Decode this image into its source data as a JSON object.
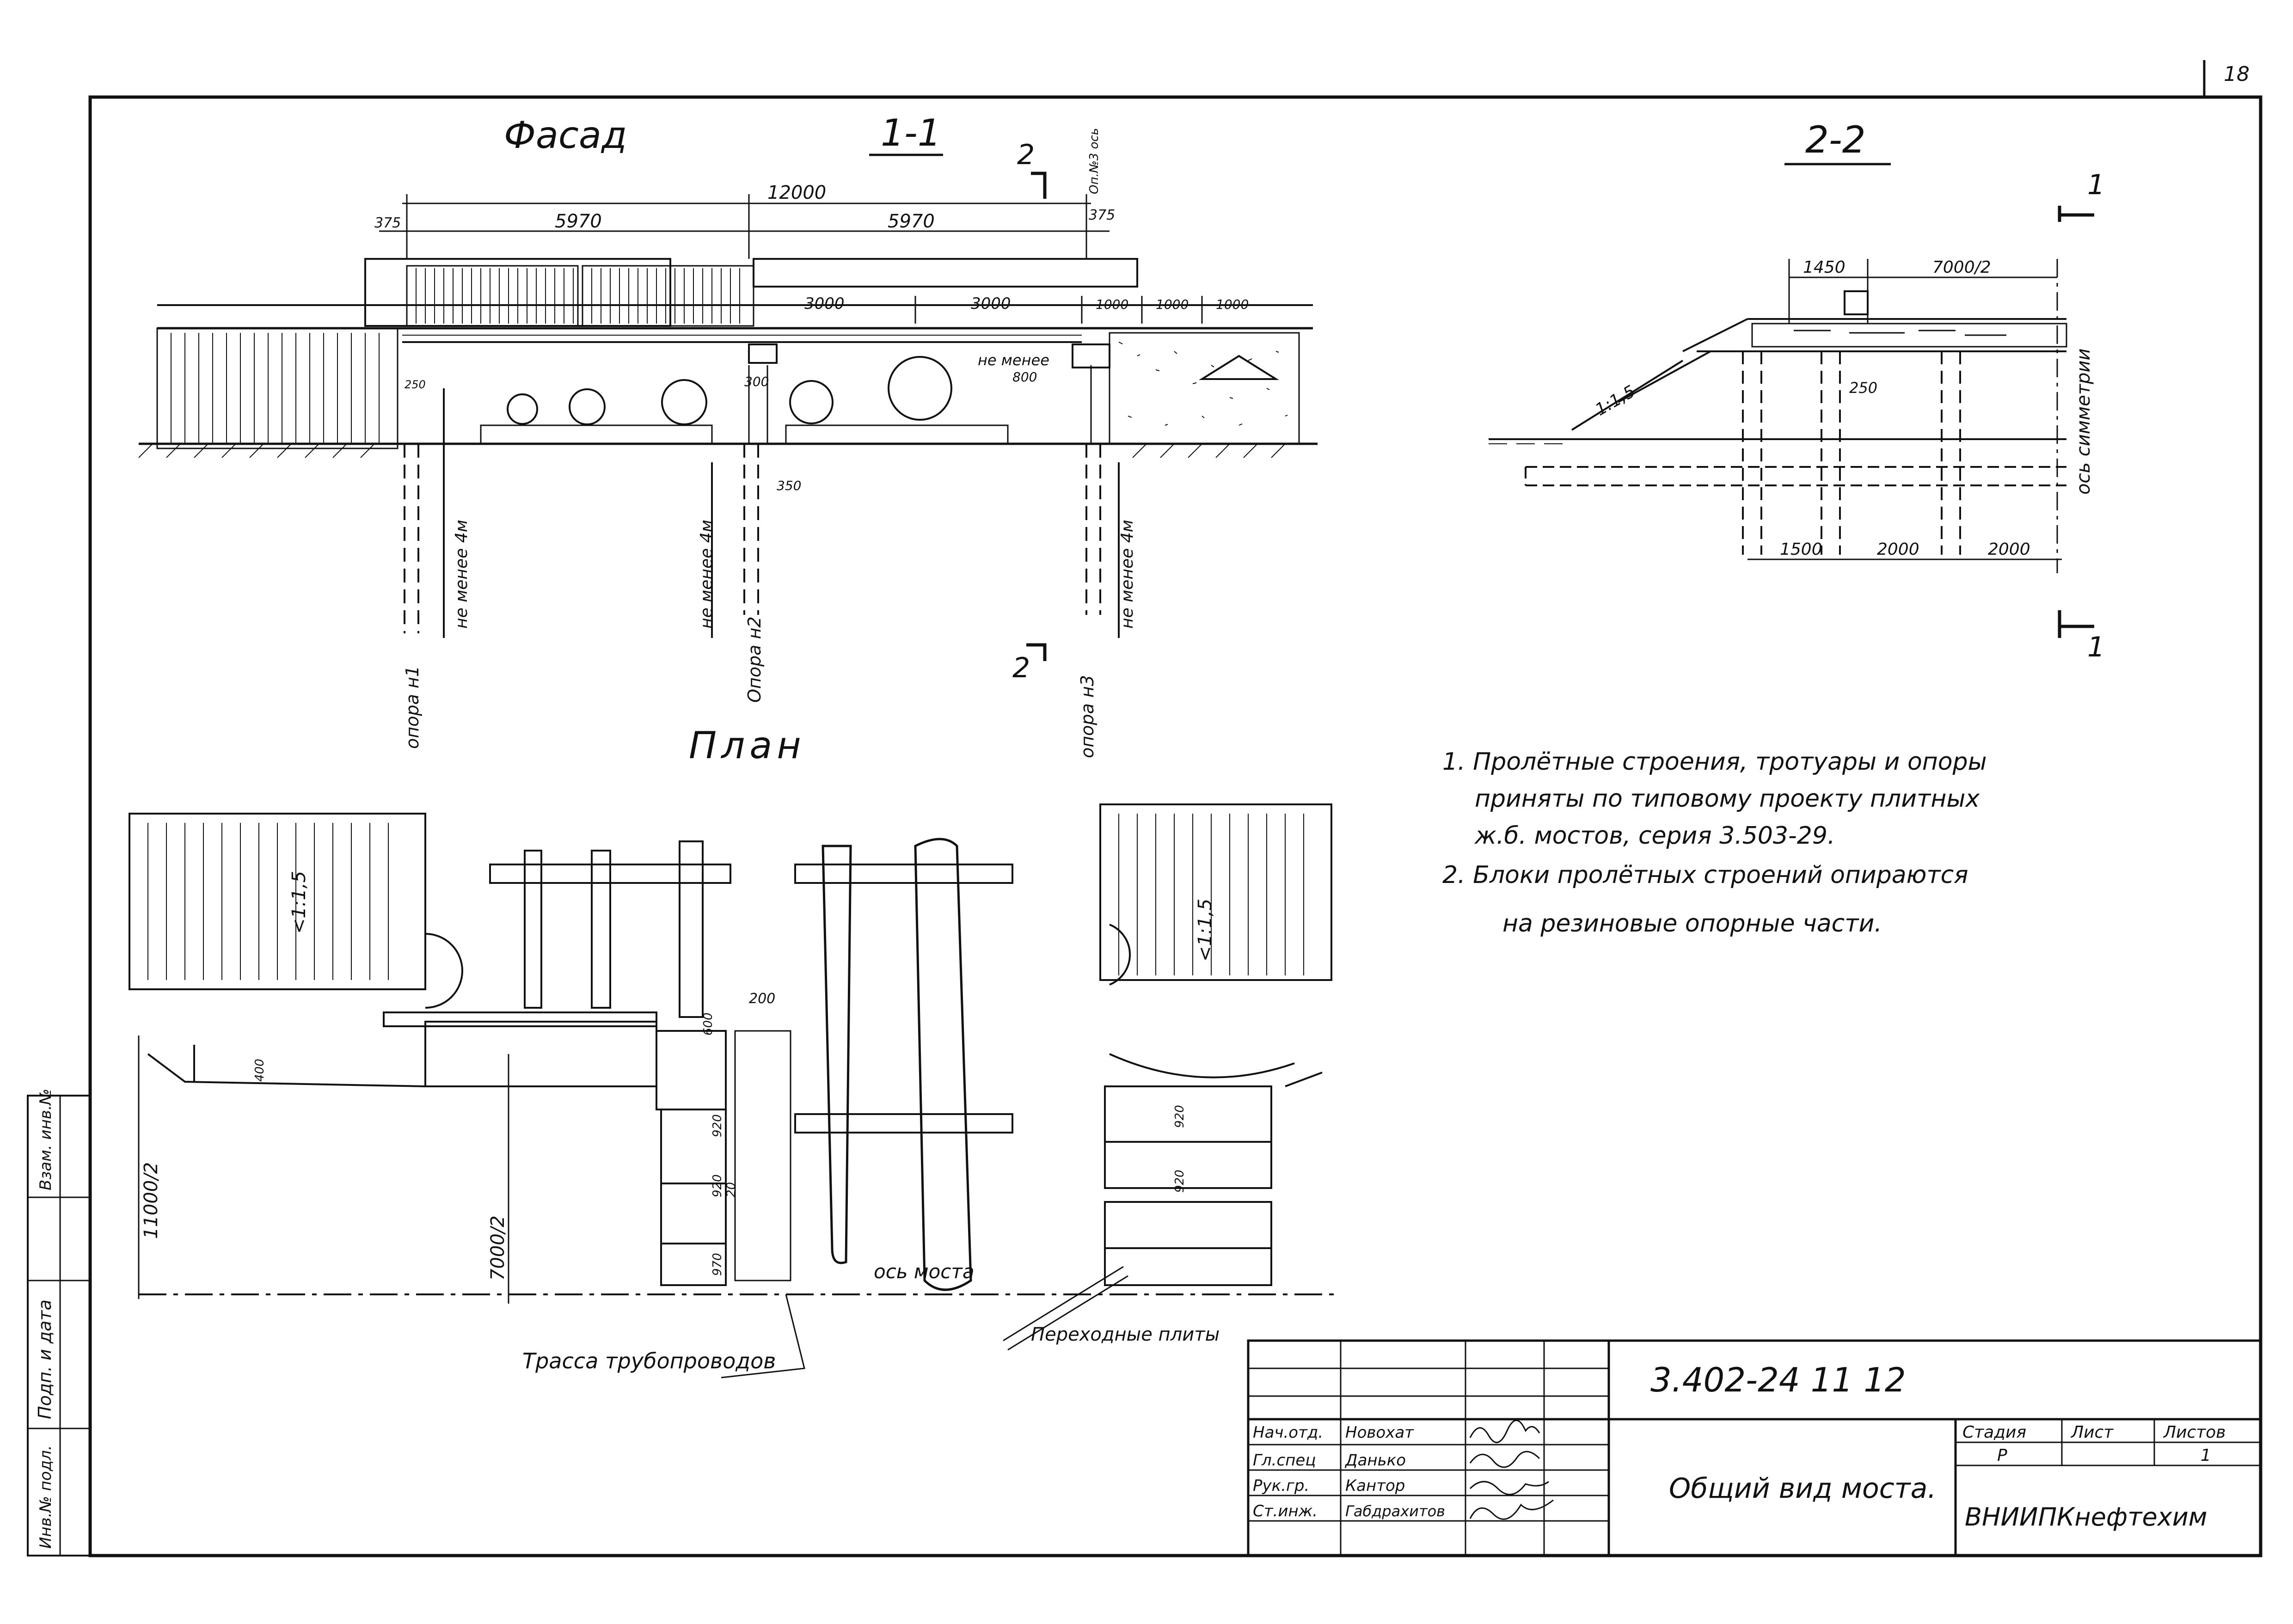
{
  "sheet": {
    "page_number": "18",
    "colors": {
      "ink": "#111111",
      "paper": "#ffffff"
    }
  },
  "views": {
    "facade_title": "Фасад",
    "section_1_1": "1-1",
    "section_2_2": "2-2",
    "plan_title": "План"
  },
  "facade": {
    "dims": {
      "total": "12000",
      "left_span": "5970",
      "right_span": "5970",
      "left_gap": "375",
      "right_gap": "375",
      "segments": [
        "3000",
        "3000",
        "1000",
        "1000",
        "1000"
      ],
      "d_250": "250",
      "d_300": "300",
      "d_350": "350",
      "min_label": "не менее",
      "d_800": "800"
    },
    "support_depth_label": "не менее 4м",
    "supports": [
      "опора н1",
      "Опора н2",
      "опора н3"
    ],
    "section_mark": "2",
    "support_tag": "Оп.№3 ось"
  },
  "section22": {
    "dims": [
      "1450",
      "7000/2",
      "250",
      "1500",
      "2000",
      "2000"
    ],
    "slope": "1:1,5",
    "axis_label": "ось симметрии",
    "section_mark": "1"
  },
  "notes": [
    "1. Пролётные строения, тротуары и опоры",
    "приняты по типовому проекту плитных",
    "ж.б. мостов, серия 3.503-29.",
    "2. Блоки пролётных строений опираются",
    "на резиновые опорные части."
  ],
  "plan": {
    "slope": "<1:1,5",
    "dims": {
      "half_width": "11000/2",
      "half_road": "7000/2",
      "d_400": "400",
      "d_200": "200",
      "d_600": "600",
      "block_920": "920",
      "block_20": "20",
      "block_970": "970"
    },
    "bridge_axis": "ось моста",
    "pipeline_label": "Трасса трубопроводов",
    "transition_label": "Переходные плиты"
  },
  "title_block": {
    "code": "3.402-24    11    12",
    "drawing_title": "Общий вид моста.",
    "org": "ВНИИПКнефтехим",
    "stage_header": "Стадия",
    "sheet_header": "Лист",
    "sheets_header": "Листов",
    "stage": "Р",
    "sheets": "1",
    "roles": [
      "Нач.отд.",
      "Гл.спец",
      "Рук.гр.",
      "Ст.инж."
    ],
    "names": [
      "Новохат",
      "Данько",
      "Кантор",
      "Габдрахитов"
    ]
  },
  "side_stamp": {
    "inv_orig": "Инв.№ подл.",
    "sign_date": "Подп. и дата",
    "inv_new": "Взам. инв.№"
  }
}
